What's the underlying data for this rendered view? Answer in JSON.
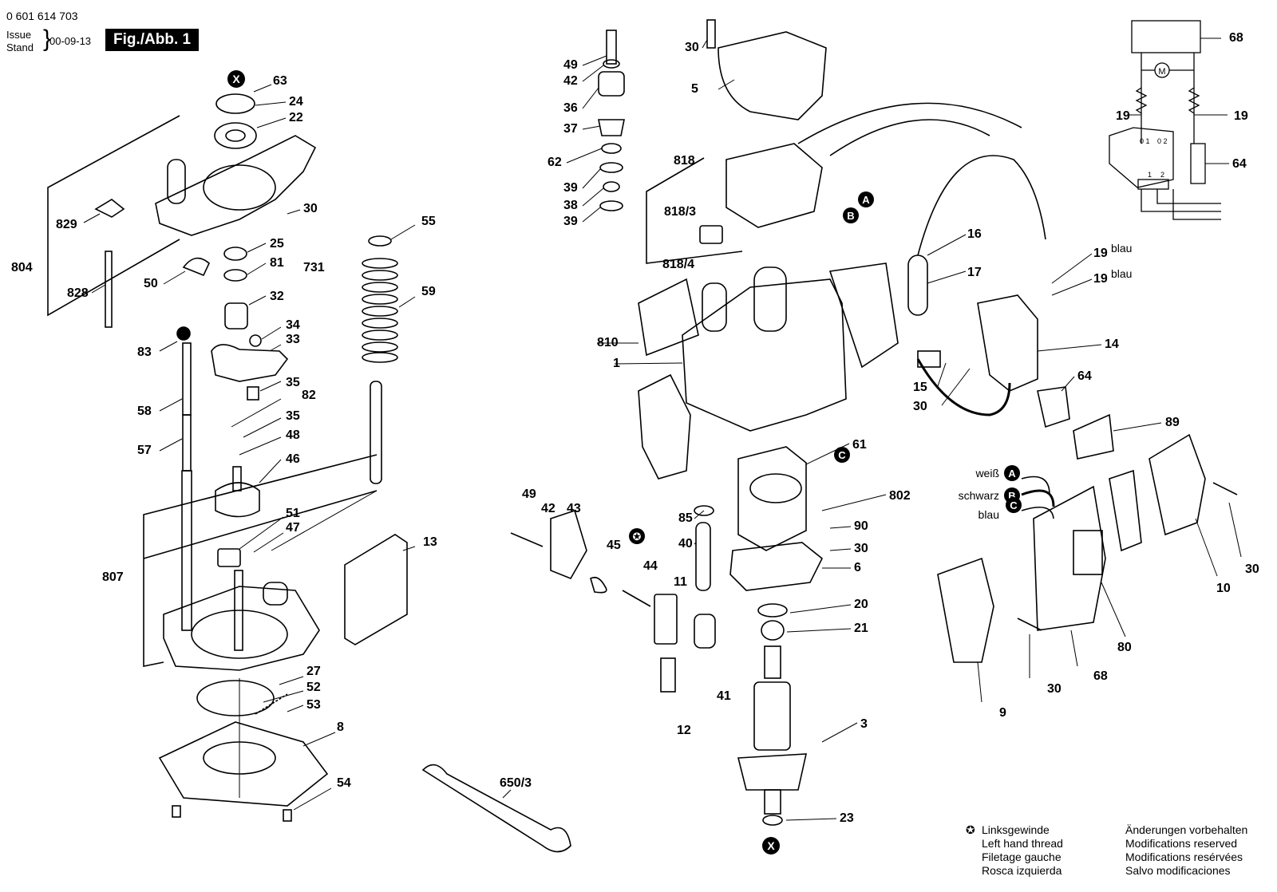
{
  "header": {
    "doc_number": "0 601 614 703",
    "issue_label": "Issue",
    "stand_label": "Stand",
    "issue_date": "00-09-13",
    "figure_label": "Fig./Abb. 1"
  },
  "legend": {
    "left_hand_thread": [
      "Linksgewinde",
      "Left hand thread",
      "Filetage gauche",
      "Rosca izquierda"
    ],
    "modifications": [
      "Änderungen vorbehalten",
      "Modifications reserved",
      "Modifications resérvées",
      "Salvo modificaciones"
    ]
  },
  "wire_labels": {
    "white": "weiß",
    "black": "schwarz",
    "blue": "blau",
    "blue_19a": "blau",
    "blue_19b": "blau"
  },
  "markers": [
    "X",
    "A",
    "B",
    "C"
  ],
  "part_numbers": [
    "63",
    "24",
    "22",
    "30",
    "829",
    "804",
    "828",
    "25",
    "81",
    "731",
    "50",
    "32",
    "34",
    "33",
    "83",
    "58",
    "35",
    "82",
    "35",
    "48",
    "57",
    "46",
    "55",
    "59",
    "51",
    "47",
    "13",
    "807",
    "27",
    "52",
    "53",
    "8",
    "54",
    "49",
    "42",
    "36",
    "37",
    "62",
    "39",
    "38",
    "39",
    "30",
    "5",
    "818",
    "818/3",
    "818/4",
    "810",
    "1",
    "49",
    "42",
    "43",
    "45",
    "44",
    "11",
    "12",
    "41",
    "40",
    "85",
    "61",
    "802",
    "90",
    "30",
    "6",
    "20",
    "21",
    "3",
    "23",
    "650/3",
    "16",
    "17",
    "19",
    "19",
    "14",
    "15",
    "30",
    "64",
    "89",
    "10",
    "30",
    "68",
    "80",
    "30",
    "9",
    "68",
    "19",
    "19",
    "64"
  ],
  "schematic": {
    "motor_label": "M",
    "switch_pins_top": [
      "0 1",
      "0 2"
    ],
    "switch_pins_bottom": [
      "1",
      "2"
    ]
  }
}
